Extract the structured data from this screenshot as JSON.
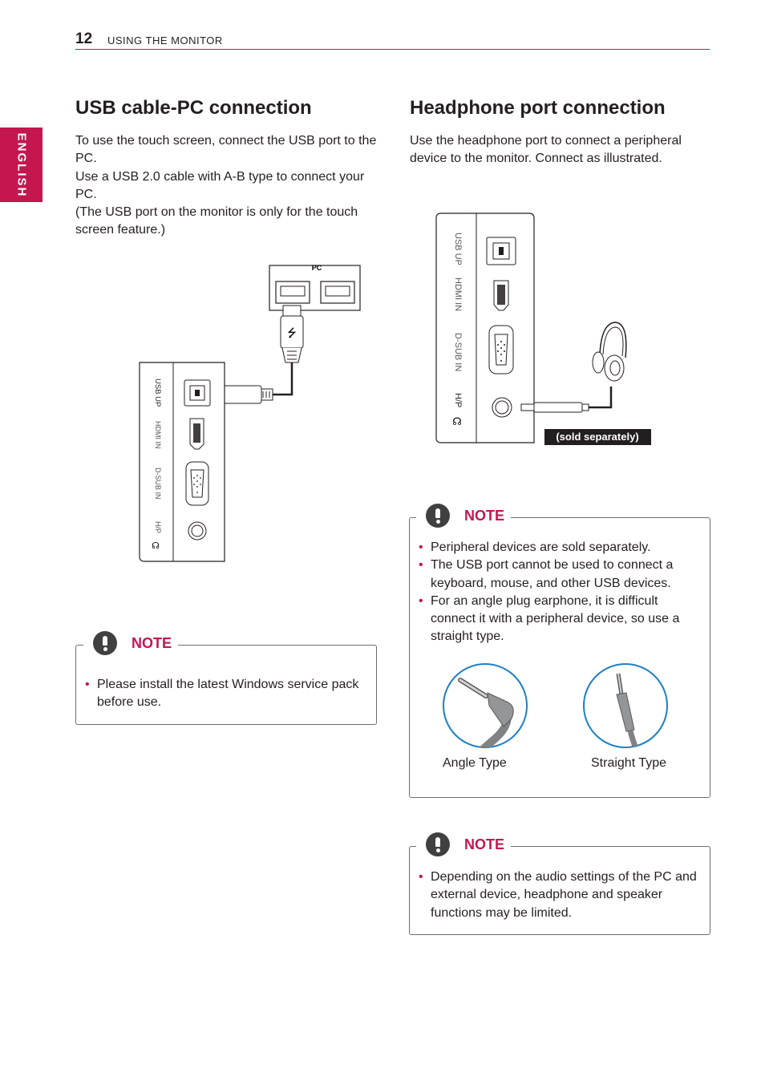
{
  "header": {
    "page_number": "12",
    "section": "USING THE MONITOR"
  },
  "language_tab": "ENGLISH",
  "left": {
    "title": "USB cable-PC connection",
    "paragraphs": [
      "To use the touch screen, connect the USB port to the PC.",
      "Use a USB 2.0 cable with A-B type to connect your PC.",
      "(The USB port on the monitor is only for the touch screen feature.)"
    ],
    "diagram": {
      "pc_label": "PC",
      "ports": [
        "USB UP",
        "HDMI IN",
        "D-SUB IN",
        "H/P"
      ]
    },
    "note": {
      "label": "NOTE",
      "items": [
        "Please install the latest Windows service pack before use."
      ]
    }
  },
  "right": {
    "title": "Headphone port connection",
    "paragraph": "Use the headphone port to connect a peripheral device to the monitor. Connect as illustrated.",
    "diagram": {
      "ports": [
        "USB UP",
        "HDMI IN",
        "D-SUB IN",
        "H/P"
      ],
      "sold_separately": "(sold separately)"
    },
    "note1": {
      "label": "NOTE",
      "items": [
        "Peripheral devices are sold separately.",
        "The USB port cannot be used to connect a keyboard, mouse, and other USB devices.",
        "For an angle plug earphone, it is difficult connect it with a peripheral device, so use a straight type."
      ],
      "angle_caption": "Angle Type",
      "straight_caption": "Straight Type"
    },
    "note2": {
      "label": "NOTE",
      "items": [
        "Depending on the audio settings of the PC and external device, headphone and speaker functions may be limited."
      ]
    }
  },
  "colors": {
    "accent": "#c4164f",
    "circle_blue": "#1d7fc4",
    "text": "#231f20"
  }
}
